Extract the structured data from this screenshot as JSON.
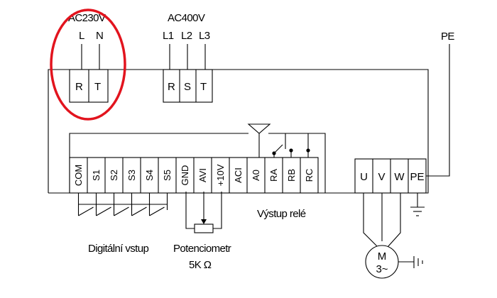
{
  "supply_230": {
    "title": "AC230V",
    "lines": [
      "L",
      "N"
    ],
    "terminals": [
      "R",
      "T"
    ]
  },
  "supply_400": {
    "title": "AC400V",
    "lines": [
      "L1",
      "L2",
      "L3"
    ],
    "terminals": [
      "R",
      "S",
      "T"
    ]
  },
  "pe_label": "PE",
  "control_terminals": [
    "COM",
    "S1",
    "S2",
    "S3",
    "S4",
    "S5",
    "GND",
    "AVI",
    "+10V",
    "ACI",
    "A0",
    "RA",
    "RB",
    "RC"
  ],
  "output_terminals": [
    "U",
    "V",
    "W",
    "PE"
  ],
  "labels": {
    "digital_input": "Digitální vstup",
    "potentiometer": "Potenciometr",
    "potentiometer_value": "5K Ω",
    "relay_output": "Výstup relé"
  },
  "motor": {
    "line1": "M",
    "line2": "3~"
  },
  "colors": {
    "highlight": "#e2141e",
    "lines": "#000000"
  }
}
